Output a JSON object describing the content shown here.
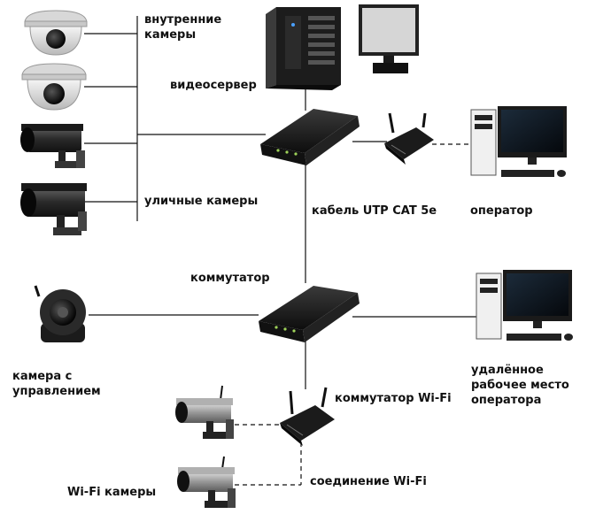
{
  "labels": {
    "indoor_cameras": "внутренние\nкамеры",
    "video_server": "видеосервер",
    "street_cameras": "уличные камеры",
    "utp_cable": "кабель UTP CAT 5e",
    "operator": "оператор",
    "switch": "коммутатор",
    "ptz_camera": "камера с\nуправлением",
    "remote_workstation": "удалённое\nрабочее место\nоператора",
    "wifi_switch": "коммутатор Wi-Fi",
    "wifi_connection": "соединение Wi-Fi",
    "wifi_cameras": "Wi-Fi камеры"
  },
  "icons": [
    "dome-camera-icon",
    "dome-camera-icon",
    "bullet-camera-icon",
    "bullet-camera-icon",
    "server-tower-icon",
    "monitor-icon",
    "network-switch-icon",
    "wifi-router-icon",
    "desktop-computer-icon",
    "ptz-camera-icon",
    "wifi-camera-icon"
  ]
}
